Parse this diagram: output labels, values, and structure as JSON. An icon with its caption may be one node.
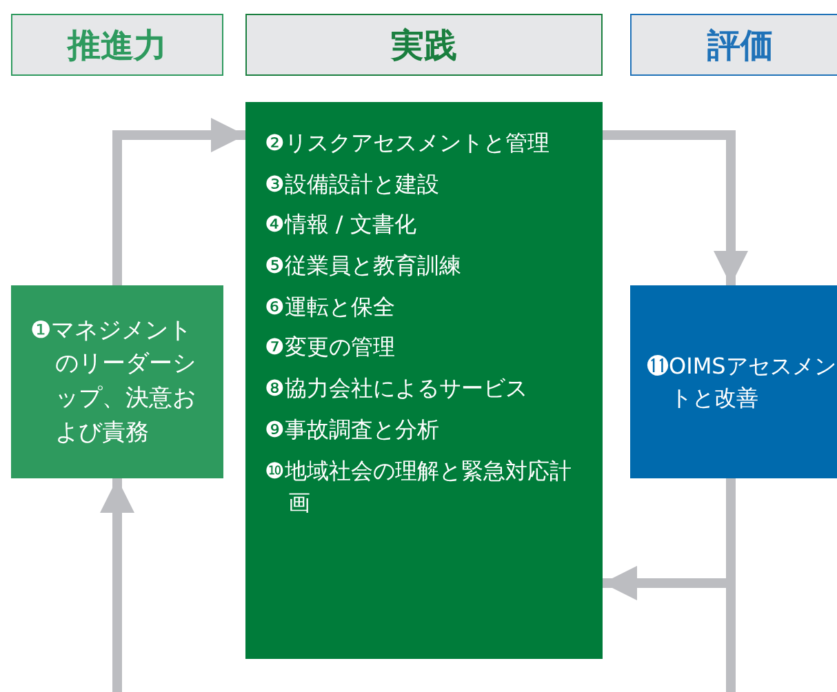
{
  "diagram": {
    "nodes": [
      {
        "text": [
          "推進力"
        ]
      },
      {
        "text": [
          "実践"
        ]
      },
      {
        "text": [
          "評価"
        ]
      },
      {
        "text": [
          "❶マネジメントのリーダーシップ、決意および責務"
        ]
      },
      {
        "text": [
          "❷リスクアセスメントと管理",
          "❸設備設計と建設",
          "❹情報 / 文書化",
          "❺従業員と教育訓練",
          "❻運転と保全",
          "❼変更の管理",
          "❽協力会社によるサービス",
          "❾事故調査と分析",
          "❿地域社会の理解と緊急対応計画"
        ]
      },
      {
        "text": [
          "⓫OIMSアセスメントと改善"
        ]
      }
    ],
    "edges": [
      {
        "from": 3,
        "to": 4,
        "arrow": "to"
      },
      {
        "from": 4,
        "to": 5,
        "arrow": "to"
      },
      {
        "from": 5,
        "to": 4,
        "arrow": "to"
      },
      {
        "from": 5,
        "to": null,
        "arrow": "none"
      },
      {
        "from": null,
        "to": 3,
        "arrow": "to"
      }
    ]
  }
}
